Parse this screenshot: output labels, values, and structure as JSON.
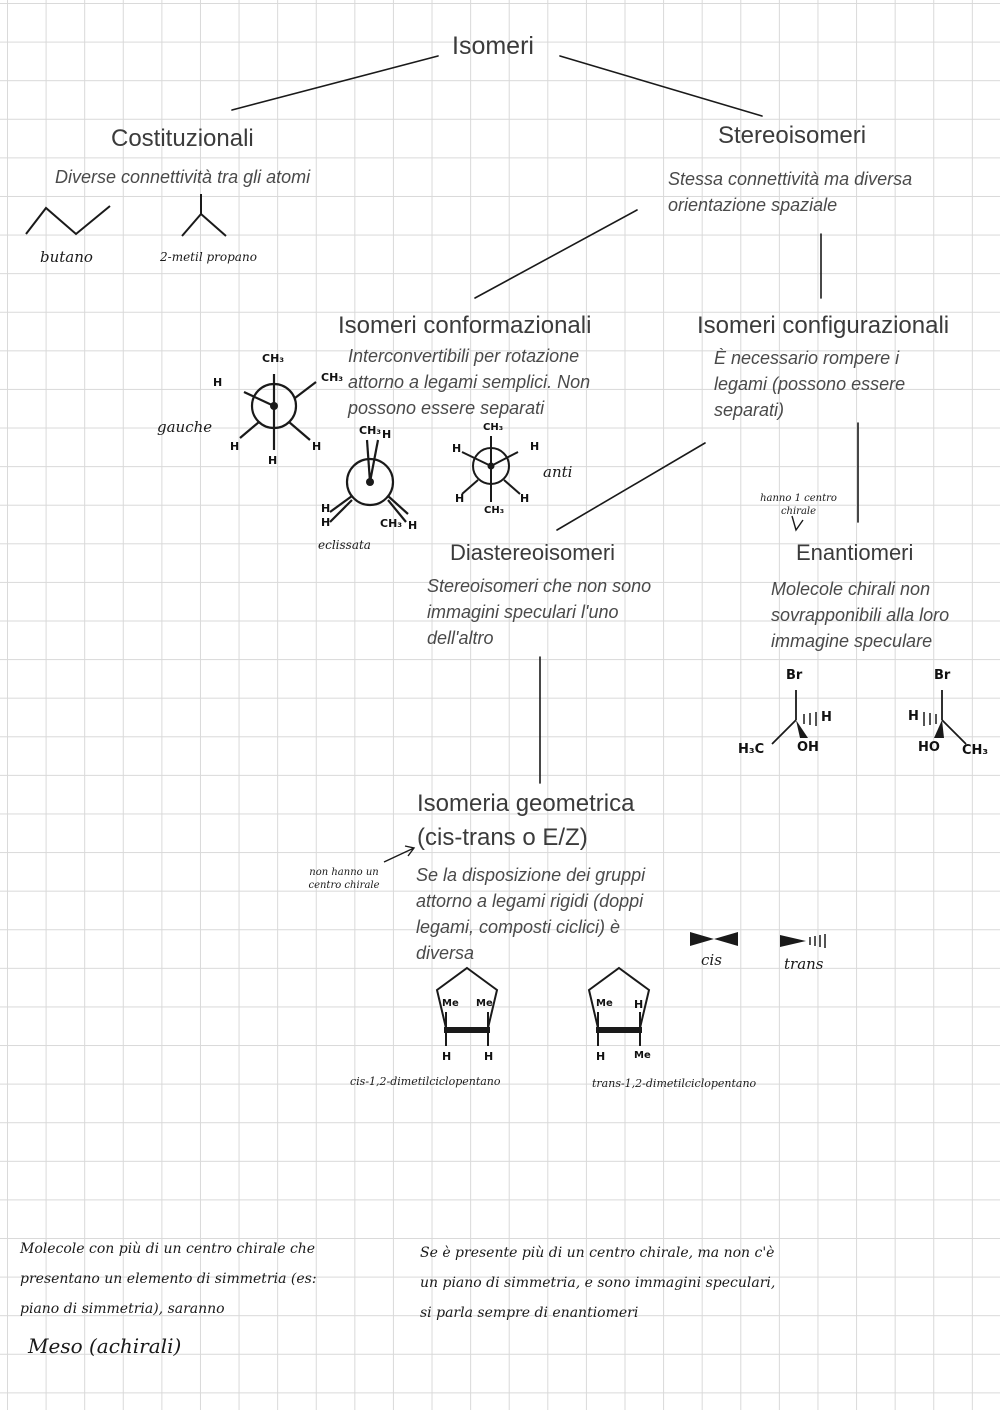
{
  "root": {
    "title": "Isomeri"
  },
  "costituzionali": {
    "title": "Costituzionali",
    "desc": "Diverse connettività tra gli atomi",
    "ex1_label": "butano",
    "ex2_label": "2-metil propano"
  },
  "stereoisomeri": {
    "title": "Stereoisomeri",
    "desc": "Stessa connettività ma diversa orientazione spaziale"
  },
  "conformazionali": {
    "title": "Isomeri conformazionali",
    "desc": "Interconvertibili per rotazione attorno a legami semplici. Non possono essere separati",
    "gauche": {
      "label": "gauche",
      "top": "CH₃",
      "right": "CH₃",
      "left": "H",
      "bl": "H",
      "br": "H",
      "bottom": "H"
    },
    "eclissata": {
      "label": "eclissata",
      "top1": "CH₃",
      "top2": "H",
      "bl1": "H",
      "bl2": "H",
      "br1": "CH₃",
      "br2": "H"
    },
    "anti": {
      "label": "anti",
      "top": "CH₃",
      "bottom": "CH₃",
      "left": "H",
      "right": "H",
      "bl": "H",
      "br": "H"
    }
  },
  "configurazionali": {
    "title": "Isomeri configurazionali",
    "desc": "È necessario rompere i legami (possono essere separati)"
  },
  "diastereoisomeri": {
    "title": "Diastereoisomeri",
    "desc": "Stereoisomeri che non sono immagini speculari l'uno dell'altro"
  },
  "enantiomeri": {
    "title": "Enantiomeri",
    "desc": "Molecole chirali non sovrapponibili alla loro immagine speculare",
    "note": "hanno 1 centro chirale",
    "mol1": {
      "top": "Br",
      "left": "H₃C",
      "mid": "OH",
      "right": "H"
    },
    "mol2": {
      "top": "Br",
      "left": "H",
      "mid": "HO",
      "right": "CH₃"
    }
  },
  "geometrica": {
    "title_line1": "Isomeria geometrica",
    "title_line2": "(cis-trans o E/Z)",
    "desc": "Se la disposizione dei gruppi attorno a legami rigidi (doppi legami, composti ciclici) è diversa",
    "note": "non hanno un centro chirale",
    "cis_label": "cis",
    "trans_label": "trans",
    "cis_mol": {
      "name": "cis-1,2-dimetilciclopentano",
      "top_left": "Me",
      "top_right": "Me",
      "bottom_left": "H",
      "bottom_right": "H"
    },
    "trans_mol": {
      "name": "trans-1,2-dimetilciclopentano",
      "top_left": "Me",
      "top_right": "H",
      "bottom_left": "H",
      "bottom_right": "Me"
    }
  },
  "notes": {
    "left": "Molecole con più di un centro chirale che presentano un elemento di simmetria (es: piano di simmetria), saranno",
    "left_meso": "Meso (achirali)",
    "right": "Se è presente più di un centro chirale, ma non c'è un piano di simmetria, e sono immagini speculari, si parla sempre di enantiomeri"
  },
  "colors": {
    "ink": "#1a1a1a",
    "text": "#3b3b3b",
    "grid": "#d9d9d9"
  }
}
